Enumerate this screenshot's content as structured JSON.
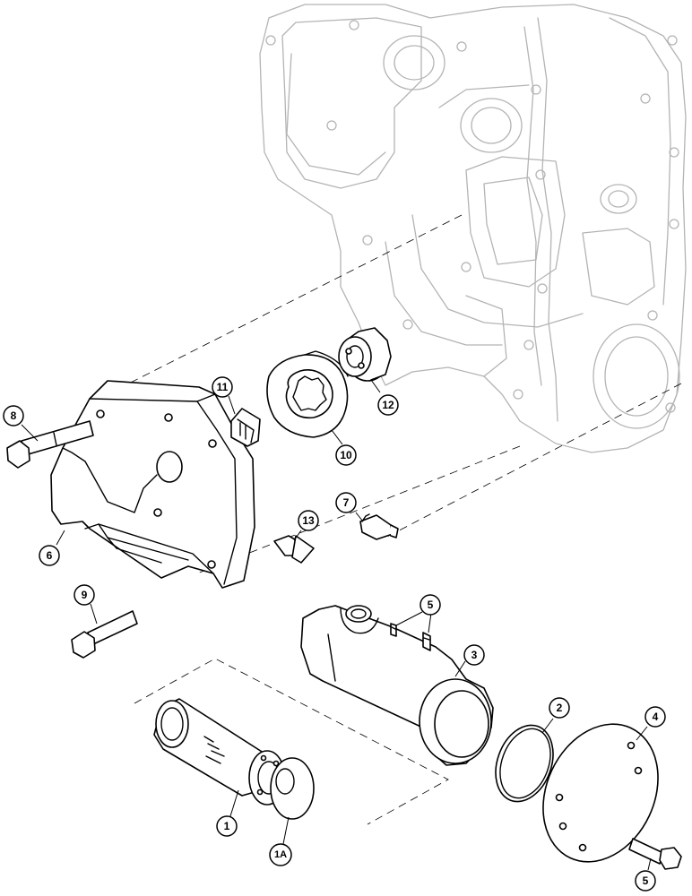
{
  "diagram": {
    "callouts": [
      {
        "id": "c8",
        "label": "8"
      },
      {
        "id": "c6",
        "label": "6"
      },
      {
        "id": "c9",
        "label": "9"
      },
      {
        "id": "c11",
        "label": "11"
      },
      {
        "id": "c10",
        "label": "10"
      },
      {
        "id": "c12",
        "label": "12"
      },
      {
        "id": "c13",
        "label": "13"
      },
      {
        "id": "c7",
        "label": "7"
      },
      {
        "id": "c5a",
        "label": "5"
      },
      {
        "id": "c3",
        "label": "3"
      },
      {
        "id": "c2",
        "label": "2"
      },
      {
        "id": "c4",
        "label": "4"
      },
      {
        "id": "c5b",
        "label": "5"
      },
      {
        "id": "c1",
        "label": "1"
      },
      {
        "id": "c1a",
        "label": "1A"
      }
    ]
  }
}
